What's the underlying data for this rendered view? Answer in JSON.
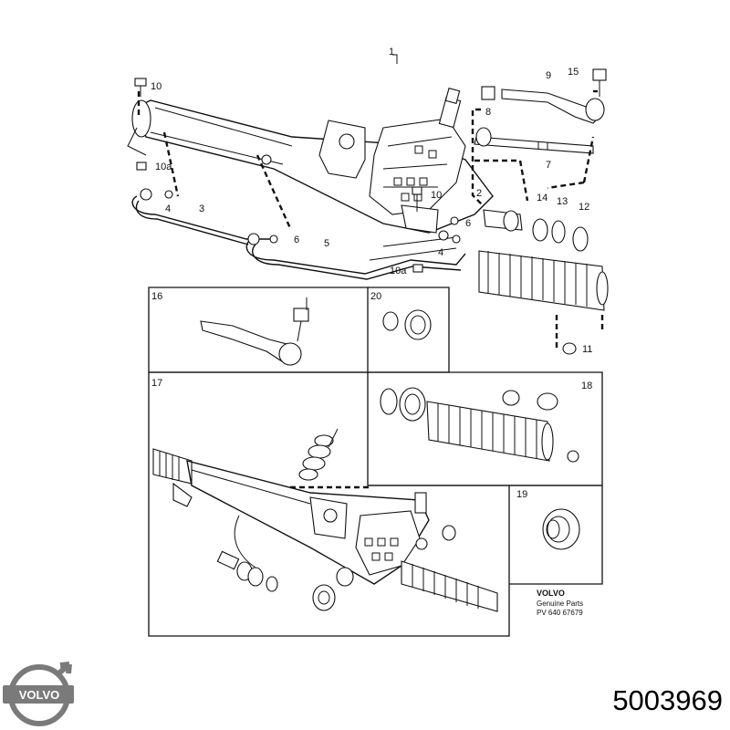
{
  "diagram": {
    "callouts": [
      "1",
      "2",
      "3",
      "4",
      "4",
      "5",
      "6",
      "6",
      "7",
      "8",
      "9",
      "10",
      "10",
      "10a",
      "10a",
      "11",
      "12",
      "13",
      "14",
      "15"
    ],
    "sections": [
      "16",
      "17",
      "18",
      "19",
      "20"
    ],
    "brand": {
      "name": "VOLVO",
      "line1": "Genuine Parts",
      "line2": "PV 640 67679"
    }
  },
  "footer": {
    "logo_text": "VOLVO",
    "part_number": "5003969",
    "logo_color": "#7a7a7a"
  }
}
